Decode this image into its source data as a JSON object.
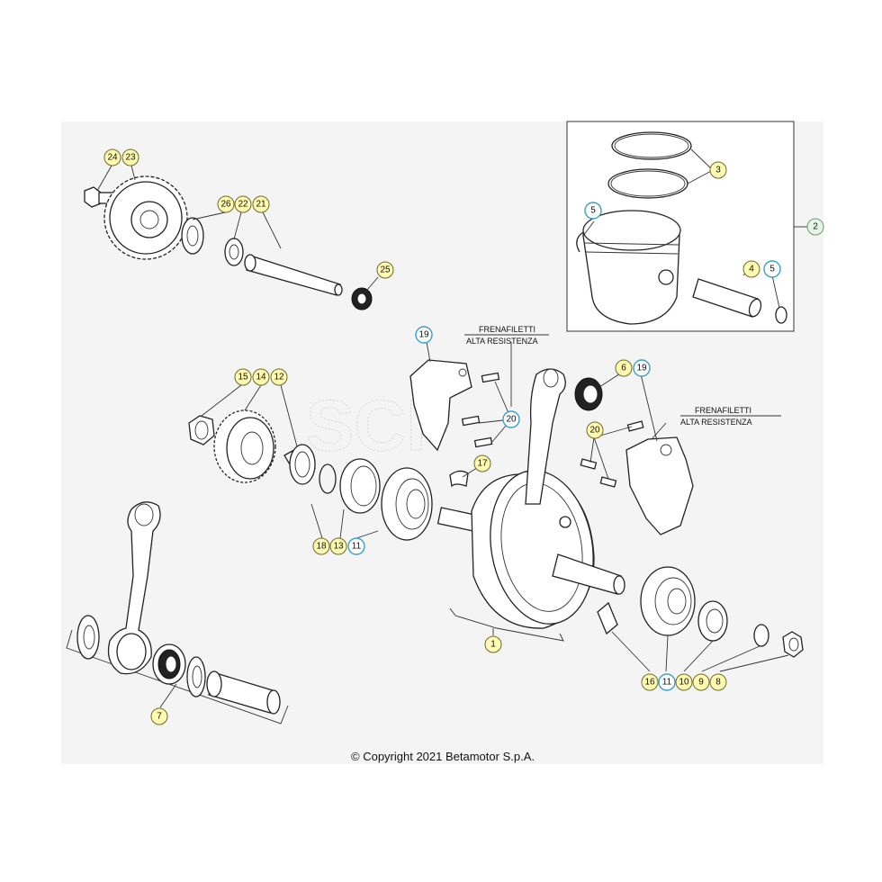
{
  "watermark": "SCF",
  "notes": {
    "frenafiletti_1": {
      "line1": "FRENAFILETTI",
      "line2": "ALTA RESISTENZA"
    },
    "frenafiletti_2": {
      "line1": "FRENAFILETTI",
      "line2": "ALTA RESISTENZA"
    }
  },
  "copyright": "© Copyright 2021 Betamotor S.p.A.",
  "callouts": [
    {
      "id": "c24",
      "label": "24",
      "style": "yellow"
    },
    {
      "id": "c23",
      "label": "23",
      "style": "yellow"
    },
    {
      "id": "c26",
      "label": "26",
      "style": "yellow"
    },
    {
      "id": "c22",
      "label": "22",
      "style": "yellow"
    },
    {
      "id": "c21",
      "label": "21",
      "style": "yellow"
    },
    {
      "id": "c25",
      "label": "25",
      "style": "yellow"
    },
    {
      "id": "c3",
      "label": "3",
      "style": "yellow"
    },
    {
      "id": "c5a",
      "label": "5",
      "style": "blue"
    },
    {
      "id": "c4",
      "label": "4",
      "style": "yellow"
    },
    {
      "id": "c5b",
      "label": "5",
      "style": "blue"
    },
    {
      "id": "c2",
      "label": "2",
      "style": "green"
    },
    {
      "id": "c19a",
      "label": "19",
      "style": "blue"
    },
    {
      "id": "c6",
      "label": "6",
      "style": "yellow"
    },
    {
      "id": "c19b",
      "label": "19",
      "style": "blue"
    },
    {
      "id": "c15",
      "label": "15",
      "style": "yellow"
    },
    {
      "id": "c14",
      "label": "14",
      "style": "yellow"
    },
    {
      "id": "c12",
      "label": "12",
      "style": "yellow"
    },
    {
      "id": "c20a",
      "label": "20",
      "style": "blue"
    },
    {
      "id": "c20b",
      "label": "20",
      "style": "yellow"
    },
    {
      "id": "c17",
      "label": "17",
      "style": "yellow"
    },
    {
      "id": "c18",
      "label": "18",
      "style": "yellow"
    },
    {
      "id": "c13",
      "label": "13",
      "style": "yellow"
    },
    {
      "id": "c11a",
      "label": "11",
      "style": "blue"
    },
    {
      "id": "c1",
      "label": "1",
      "style": "yellow"
    },
    {
      "id": "c7",
      "label": "7",
      "style": "yellow"
    },
    {
      "id": "c16",
      "label": "16",
      "style": "yellow"
    },
    {
      "id": "c11b",
      "label": "11",
      "style": "blue"
    },
    {
      "id": "c10",
      "label": "10",
      "style": "yellow"
    },
    {
      "id": "c9",
      "label": "9",
      "style": "yellow"
    },
    {
      "id": "c8",
      "label": "8",
      "style": "yellow"
    }
  ]
}
